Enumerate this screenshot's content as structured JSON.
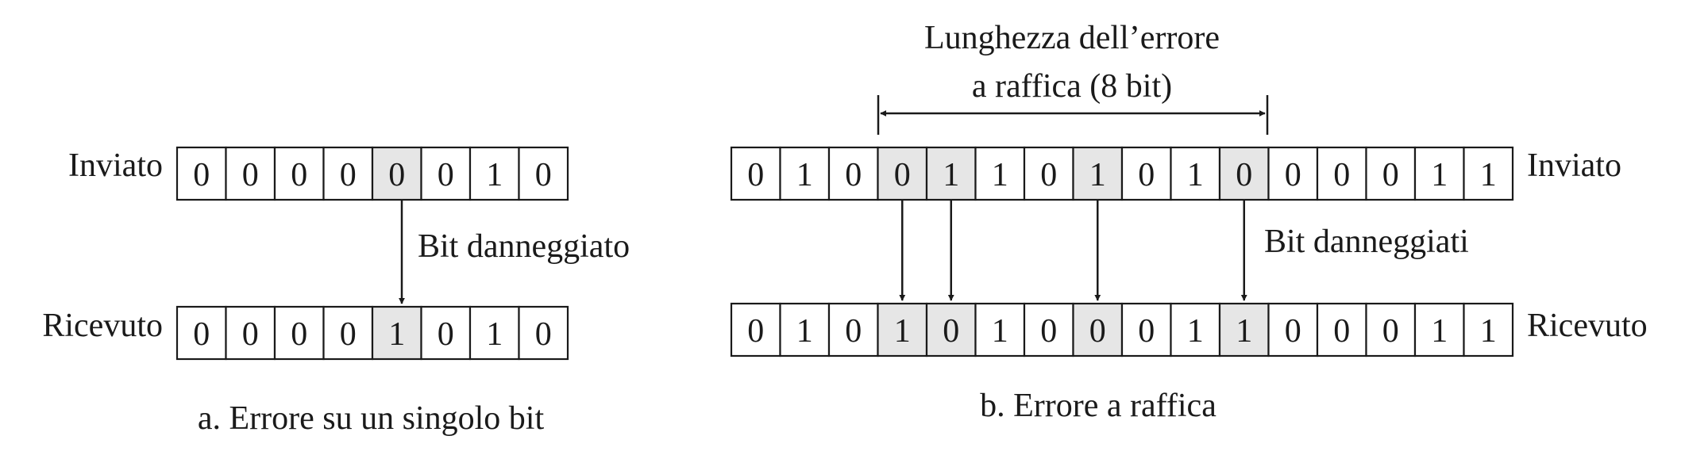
{
  "panel_a": {
    "label_sent": "Inviato",
    "label_received": "Ricevuto",
    "sent_bits": [
      "0",
      "0",
      "0",
      "0",
      "0",
      "0",
      "1",
      "0"
    ],
    "received_bits": [
      "0",
      "0",
      "0",
      "0",
      "1",
      "0",
      "1",
      "0"
    ],
    "damaged_indices": [
      4
    ],
    "damaged_label": "Bit danneggiato",
    "caption": "a. Errore su un singolo bit"
  },
  "panel_b": {
    "label_sent": "Inviato",
    "label_received": "Ricevuto",
    "sent_bits": [
      "0",
      "1",
      "0",
      "0",
      "1",
      "1",
      "0",
      "1",
      "0",
      "1",
      "0",
      "0",
      "0",
      "0",
      "1",
      "1"
    ],
    "received_bits": [
      "0",
      "1",
      "0",
      "1",
      "0",
      "1",
      "0",
      "0",
      "0",
      "1",
      "1",
      "0",
      "0",
      "0",
      "1",
      "1"
    ],
    "damaged_indices": [
      3,
      4,
      7,
      10
    ],
    "burst_length_line1": "Lunghezza dell’errore",
    "burst_length_line2": "a raffica (8 bit)",
    "damaged_label": "Bit danneggiati",
    "caption": "b. Errore a raffica"
  },
  "colors": {
    "cell_highlight": "#e6e6e6",
    "stroke": "#1a1a1a",
    "background": "#ffffff"
  }
}
